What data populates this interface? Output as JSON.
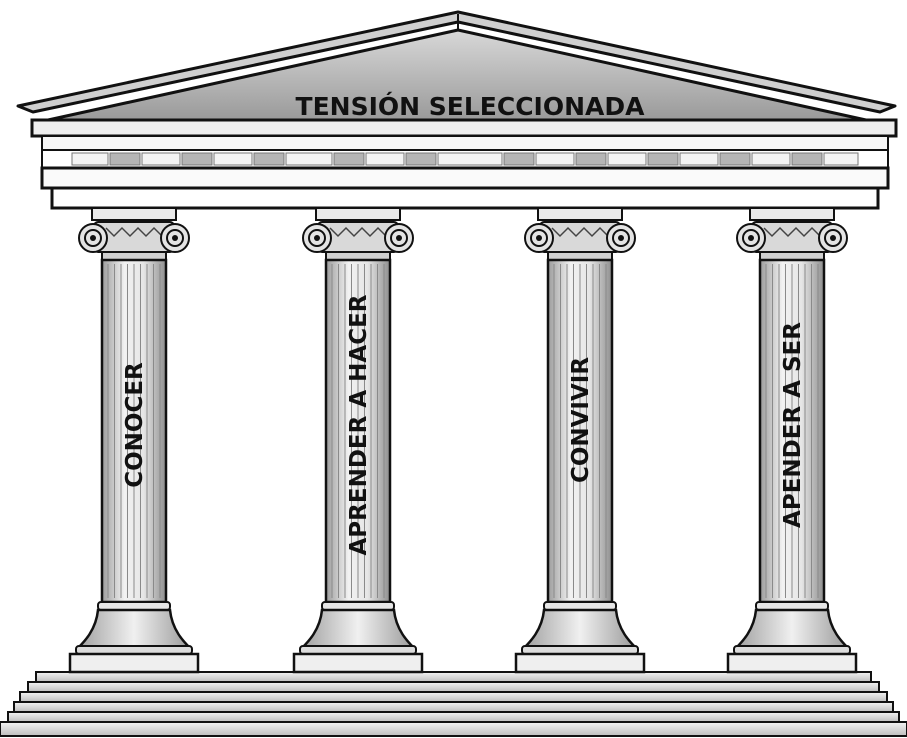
{
  "pediment": {
    "title": "TENSIÓN SELECCIONADA"
  },
  "pillars": [
    {
      "label": "CONOCER"
    },
    {
      "label": "APRENDER A HACER"
    },
    {
      "label": "CONVIVIR"
    },
    {
      "label": "APENDER A SER"
    }
  ]
}
